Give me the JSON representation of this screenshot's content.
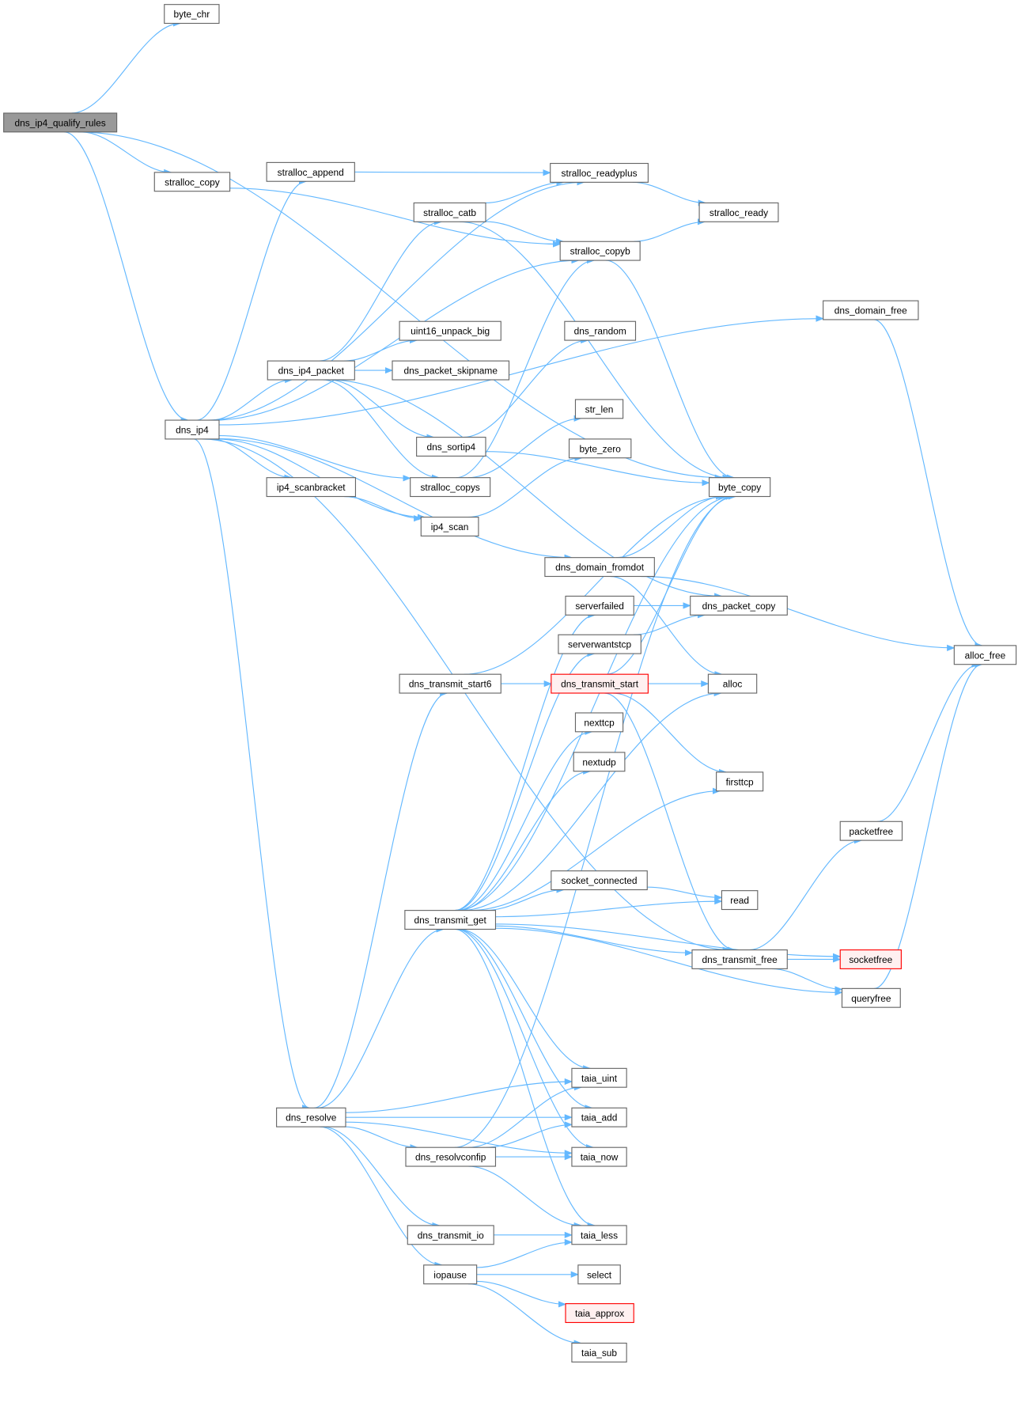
{
  "graph": {
    "root": "dns_ip4_qualify_rules",
    "colors": {
      "edge": "#63b8ff",
      "selected_fill": "#999999",
      "truncated_border": "#ff0000",
      "truncated_fill": "#fff0f0",
      "node_border": "#666666"
    },
    "nodes": [
      {
        "id": "dns_ip4_qualify_rules",
        "label": "dns_ip4_qualify_rules",
        "state": "selected"
      },
      {
        "id": "byte_chr",
        "label": "byte_chr",
        "state": "normal"
      },
      {
        "id": "stralloc_copy",
        "label": "stralloc_copy",
        "state": "normal"
      },
      {
        "id": "dns_ip4",
        "label": "dns_ip4",
        "state": "normal"
      },
      {
        "id": "stralloc_append",
        "label": "stralloc_append",
        "state": "normal"
      },
      {
        "id": "stralloc_readyplus",
        "label": "stralloc_readyplus",
        "state": "normal"
      },
      {
        "id": "stralloc_catb",
        "label": "stralloc_catb",
        "state": "normal"
      },
      {
        "id": "stralloc_ready",
        "label": "stralloc_ready",
        "state": "normal"
      },
      {
        "id": "stralloc_copyb",
        "label": "stralloc_copyb",
        "state": "normal"
      },
      {
        "id": "dns_domain_free",
        "label": "dns_domain_free",
        "state": "normal"
      },
      {
        "id": "uint16_unpack_big",
        "label": "uint16_unpack_big",
        "state": "normal"
      },
      {
        "id": "dns_random",
        "label": "dns_random",
        "state": "normal"
      },
      {
        "id": "dns_ip4_packet",
        "label": "dns_ip4_packet",
        "state": "normal"
      },
      {
        "id": "dns_packet_skipname",
        "label": "dns_packet_skipname",
        "state": "normal"
      },
      {
        "id": "str_len",
        "label": "str_len",
        "state": "normal"
      },
      {
        "id": "dns_sortip4",
        "label": "dns_sortip4",
        "state": "normal"
      },
      {
        "id": "byte_zero",
        "label": "byte_zero",
        "state": "normal"
      },
      {
        "id": "stralloc_copys",
        "label": "stralloc_copys",
        "state": "normal"
      },
      {
        "id": "byte_copy",
        "label": "byte_copy",
        "state": "normal"
      },
      {
        "id": "ip4_scanbracket",
        "label": "ip4_scanbracket",
        "state": "normal"
      },
      {
        "id": "ip4_scan",
        "label": "ip4_scan",
        "state": "normal"
      },
      {
        "id": "dns_domain_fromdot",
        "label": "dns_domain_fromdot",
        "state": "normal"
      },
      {
        "id": "serverfailed",
        "label": "serverfailed",
        "state": "normal"
      },
      {
        "id": "dns_packet_copy",
        "label": "dns_packet_copy",
        "state": "normal"
      },
      {
        "id": "serverwantstcp",
        "label": "serverwantstcp",
        "state": "normal"
      },
      {
        "id": "alloc_free",
        "label": "alloc_free",
        "state": "normal"
      },
      {
        "id": "dns_transmit_start6",
        "label": "dns_transmit_start6",
        "state": "normal"
      },
      {
        "id": "dns_transmit_start",
        "label": "dns_transmit_start",
        "state": "truncated"
      },
      {
        "id": "alloc",
        "label": "alloc",
        "state": "normal"
      },
      {
        "id": "nexttcp",
        "label": "nexttcp",
        "state": "normal"
      },
      {
        "id": "nextudp",
        "label": "nextudp",
        "state": "normal"
      },
      {
        "id": "firsttcp",
        "label": "firsttcp",
        "state": "normal"
      },
      {
        "id": "packetfree",
        "label": "packetfree",
        "state": "normal"
      },
      {
        "id": "socket_connected",
        "label": "socket_connected",
        "state": "normal"
      },
      {
        "id": "read",
        "label": "read",
        "state": "normal"
      },
      {
        "id": "dns_transmit_get",
        "label": "dns_transmit_get",
        "state": "normal"
      },
      {
        "id": "dns_transmit_free",
        "label": "dns_transmit_free",
        "state": "normal"
      },
      {
        "id": "socketfree",
        "label": "socketfree",
        "state": "truncated"
      },
      {
        "id": "queryfree",
        "label": "queryfree",
        "state": "normal"
      },
      {
        "id": "taia_uint",
        "label": "taia_uint",
        "state": "normal"
      },
      {
        "id": "dns_resolve",
        "label": "dns_resolve",
        "state": "normal"
      },
      {
        "id": "taia_add",
        "label": "taia_add",
        "state": "normal"
      },
      {
        "id": "dns_resolvconfip",
        "label": "dns_resolvconfip",
        "state": "normal"
      },
      {
        "id": "taia_now",
        "label": "taia_now",
        "state": "normal"
      },
      {
        "id": "dns_transmit_io",
        "label": "dns_transmit_io",
        "state": "normal"
      },
      {
        "id": "taia_less",
        "label": "taia_less",
        "state": "normal"
      },
      {
        "id": "iopause",
        "label": "iopause",
        "state": "normal"
      },
      {
        "id": "select",
        "label": "select",
        "state": "normal"
      },
      {
        "id": "taia_approx",
        "label": "taia_approx",
        "state": "truncated"
      },
      {
        "id": "taia_sub",
        "label": "taia_sub",
        "state": "normal"
      }
    ],
    "edges": [
      [
        "dns_ip4_qualify_rules",
        "byte_chr"
      ],
      [
        "dns_ip4_qualify_rules",
        "byte_copy"
      ],
      [
        "dns_ip4_qualify_rules",
        "stralloc_copy"
      ],
      [
        "dns_ip4_qualify_rules",
        "dns_ip4"
      ],
      [
        "stralloc_copy",
        "stralloc_copyb"
      ],
      [
        "stralloc_append",
        "stralloc_readyplus"
      ],
      [
        "stralloc_readyplus",
        "stralloc_ready"
      ],
      [
        "stralloc_catb",
        "stralloc_readyplus"
      ],
      [
        "stralloc_catb",
        "stralloc_copyb"
      ],
      [
        "stralloc_catb",
        "byte_copy"
      ],
      [
        "stralloc_copyb",
        "stralloc_ready"
      ],
      [
        "stralloc_copyb",
        "byte_copy"
      ],
      [
        "dns_ip4",
        "dns_domain_free"
      ],
      [
        "dns_ip4",
        "stralloc_append"
      ],
      [
        "dns_ip4",
        "stralloc_readyplus"
      ],
      [
        "dns_ip4",
        "dns_ip4_packet"
      ],
      [
        "dns_ip4",
        "stralloc_copyb"
      ],
      [
        "dns_ip4",
        "stralloc_copys"
      ],
      [
        "dns_ip4",
        "ip4_scanbracket"
      ],
      [
        "dns_ip4",
        "ip4_scan"
      ],
      [
        "dns_ip4",
        "dns_domain_fromdot"
      ],
      [
        "dns_ip4",
        "dns_resolve"
      ],
      [
        "dns_ip4",
        "dns_transmit_free"
      ],
      [
        "dns_ip4_packet",
        "stralloc_catb"
      ],
      [
        "dns_ip4_packet",
        "uint16_unpack_big"
      ],
      [
        "dns_ip4_packet",
        "dns_packet_skipname"
      ],
      [
        "dns_ip4_packet",
        "dns_sortip4"
      ],
      [
        "dns_ip4_packet",
        "stralloc_copys"
      ],
      [
        "dns_ip4_packet",
        "dns_packet_copy"
      ],
      [
        "dns_sortip4",
        "dns_random"
      ],
      [
        "dns_sortip4",
        "byte_copy"
      ],
      [
        "stralloc_copys",
        "str_len"
      ],
      [
        "stralloc_copys",
        "stralloc_copyb"
      ],
      [
        "ip4_scanbracket",
        "ip4_scan"
      ],
      [
        "ip4_scan",
        "byte_zero"
      ],
      [
        "dns_domain_fromdot",
        "byte_copy"
      ],
      [
        "dns_domain_fromdot",
        "alloc"
      ],
      [
        "dns_domain_fromdot",
        "alloc_free"
      ],
      [
        "dns_domain_free",
        "alloc_free"
      ],
      [
        "dns_transmit_start6",
        "byte_copy"
      ],
      [
        "dns_transmit_start6",
        "dns_transmit_start"
      ],
      [
        "serverfailed",
        "dns_packet_copy"
      ],
      [
        "serverwantstcp",
        "dns_packet_copy"
      ],
      [
        "dns_transmit_start",
        "byte_copy"
      ],
      [
        "dns_transmit_start",
        "alloc"
      ],
      [
        "dns_transmit_start",
        "firsttcp"
      ],
      [
        "dns_transmit_start",
        "dns_transmit_free"
      ],
      [
        "packetfree",
        "alloc_free"
      ],
      [
        "queryfree",
        "alloc_free"
      ],
      [
        "dns_transmit_free",
        "packetfree"
      ],
      [
        "dns_transmit_free",
        "socketfree"
      ],
      [
        "dns_transmit_free",
        "queryfree"
      ],
      [
        "socket_connected",
        "read"
      ],
      [
        "dns_transmit_get",
        "byte_copy"
      ],
      [
        "dns_transmit_get",
        "serverfailed"
      ],
      [
        "dns_transmit_get",
        "serverwantstcp"
      ],
      [
        "dns_transmit_get",
        "nexttcp"
      ],
      [
        "dns_transmit_get",
        "nextudp"
      ],
      [
        "dns_transmit_get",
        "alloc"
      ],
      [
        "dns_transmit_get",
        "firsttcp"
      ],
      [
        "dns_transmit_get",
        "socket_connected"
      ],
      [
        "dns_transmit_get",
        "read"
      ],
      [
        "dns_transmit_get",
        "dns_transmit_free"
      ],
      [
        "dns_transmit_get",
        "socketfree"
      ],
      [
        "dns_transmit_get",
        "queryfree"
      ],
      [
        "dns_transmit_get",
        "taia_uint"
      ],
      [
        "dns_transmit_get",
        "taia_add"
      ],
      [
        "dns_transmit_get",
        "taia_now"
      ],
      [
        "dns_transmit_get",
        "taia_less"
      ],
      [
        "dns_resolve",
        "dns_transmit_start6"
      ],
      [
        "dns_resolve",
        "dns_transmit_get"
      ],
      [
        "dns_resolve",
        "taia_uint"
      ],
      [
        "dns_resolve",
        "taia_add"
      ],
      [
        "dns_resolve",
        "dns_resolvconfip"
      ],
      [
        "dns_resolve",
        "taia_now"
      ],
      [
        "dns_resolve",
        "dns_transmit_io"
      ],
      [
        "dns_resolve",
        "iopause"
      ],
      [
        "dns_resolvconfip",
        "byte_copy"
      ],
      [
        "dns_resolvconfip",
        "taia_uint"
      ],
      [
        "dns_resolvconfip",
        "taia_add"
      ],
      [
        "dns_resolvconfip",
        "taia_now"
      ],
      [
        "dns_resolvconfip",
        "taia_less"
      ],
      [
        "dns_transmit_io",
        "taia_less"
      ],
      [
        "iopause",
        "taia_less"
      ],
      [
        "iopause",
        "select"
      ],
      [
        "iopause",
        "taia_approx"
      ],
      [
        "iopause",
        "taia_sub"
      ]
    ]
  }
}
